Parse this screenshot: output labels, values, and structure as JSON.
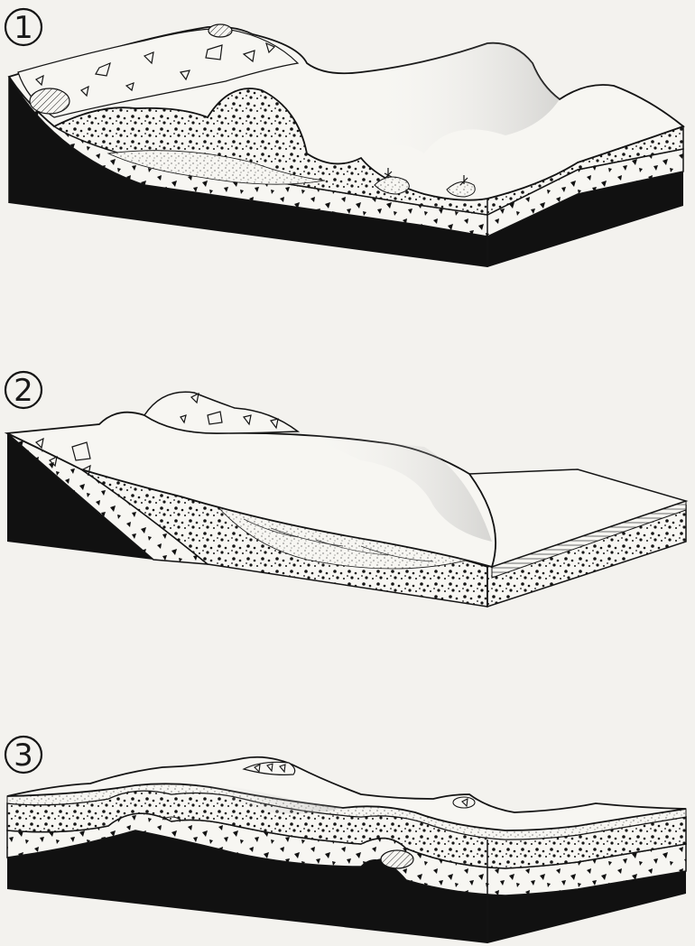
{
  "panels": [
    {
      "label": "1"
    },
    {
      "label": "2"
    },
    {
      "label": "3"
    }
  ],
  "colors": {
    "background": "#f3f2ee",
    "ink": "#141414",
    "surface": "#f7f6f2",
    "bedrock": "#111111"
  }
}
